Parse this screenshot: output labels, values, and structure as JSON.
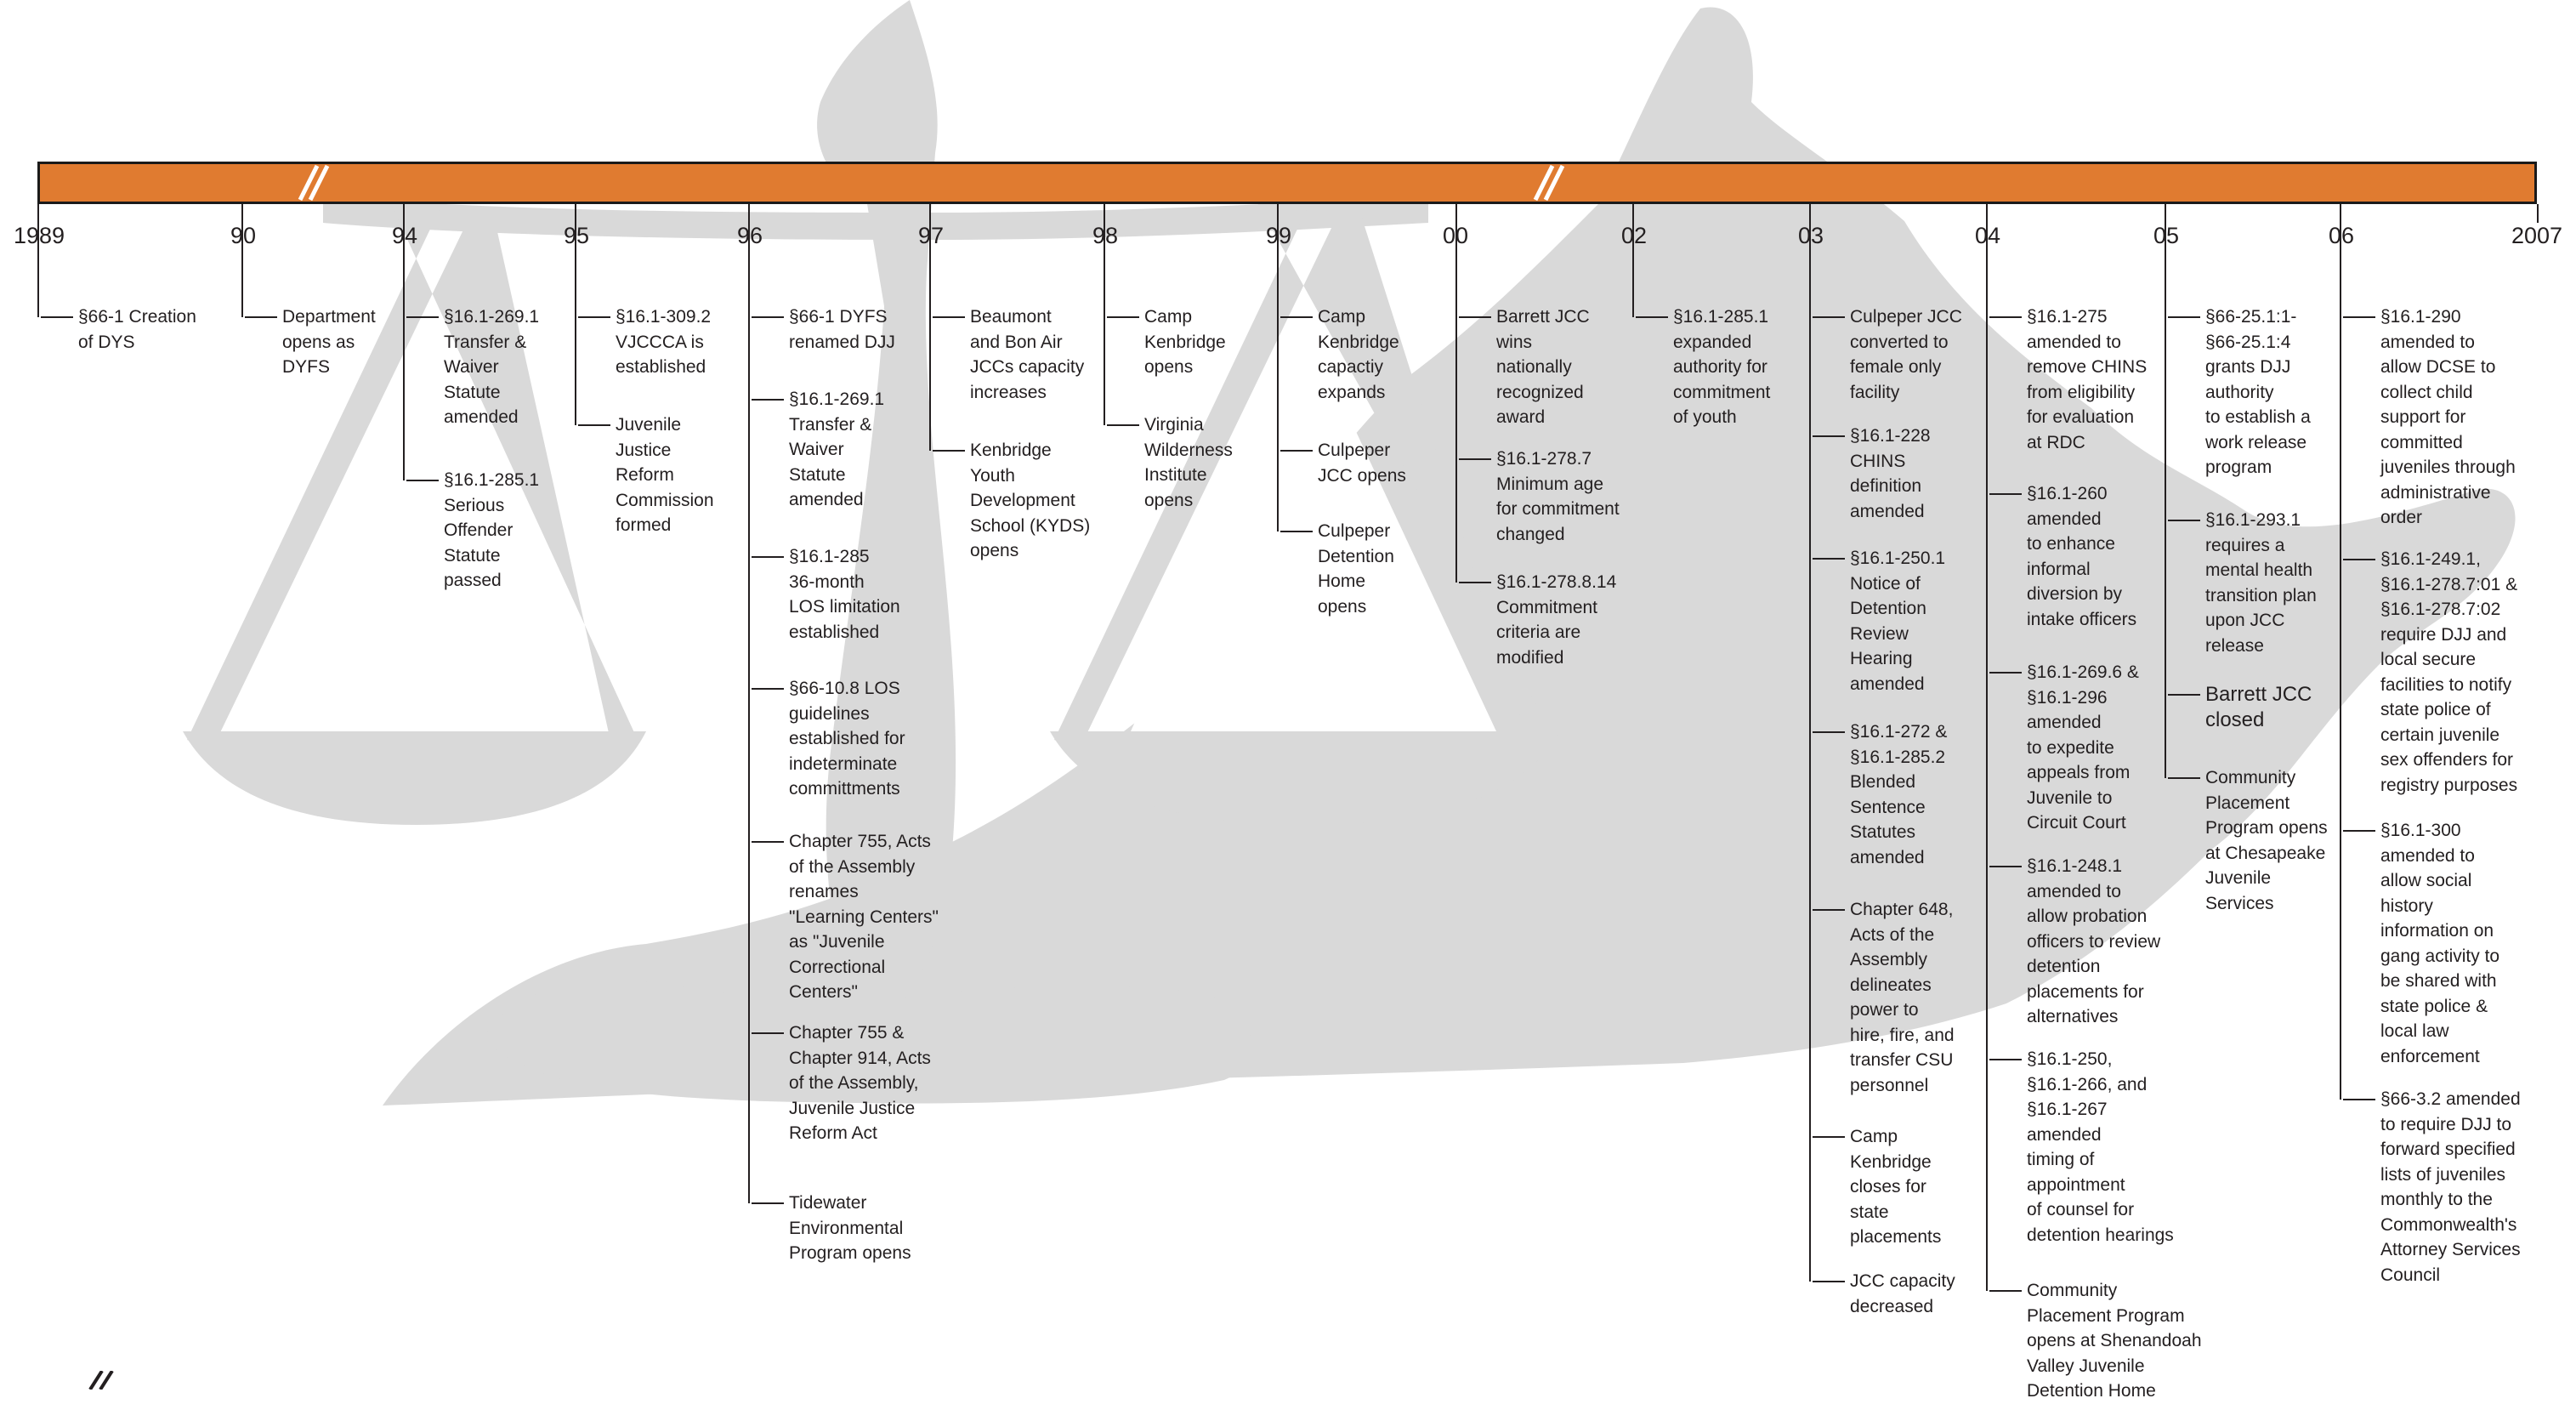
{
  "bar_color": "#e07b30",
  "background_color": "#ffffff",
  "silhouette_color": "#d9d9d9",
  "break_icon": "axis-break-icon",
  "ticks": [
    {
      "label": "1989"
    },
    {
      "label": "90"
    },
    {
      "label": "94"
    },
    {
      "label": "95"
    },
    {
      "label": "96"
    },
    {
      "label": "97"
    },
    {
      "label": "98"
    },
    {
      "label": "99"
    },
    {
      "label": "00"
    },
    {
      "label": "02"
    },
    {
      "label": "03"
    },
    {
      "label": "04"
    },
    {
      "label": "05"
    },
    {
      "label": "06"
    },
    {
      "label": "2007"
    }
  ],
  "columns": [
    {
      "events": [
        {
          "lines": [
            "§66-1 Creation",
            "of DYS"
          ]
        }
      ]
    },
    {
      "events": [
        {
          "lines": [
            "Department",
            "opens as",
            "DYFS"
          ]
        }
      ]
    },
    {
      "events": [
        {
          "lines": [
            "§16.1-269.1",
            "Transfer &",
            "Waiver",
            "Statute",
            "amended"
          ]
        },
        {
          "lines": [
            "§16.1-285.1",
            "Serious",
            "Offender",
            "Statute",
            "passed"
          ]
        }
      ]
    },
    {
      "events": [
        {
          "lines": [
            "§16.1-309.2",
            "VJCCCA is",
            "established"
          ]
        },
        {
          "lines": [
            "Juvenile",
            "Justice",
            "Reform",
            "Commission",
            "formed"
          ]
        }
      ]
    },
    {
      "events": [
        {
          "lines": [
            "§66-1 DYFS",
            "renamed DJJ"
          ]
        },
        {
          "lines": [
            "§16.1-269.1",
            "Transfer &",
            "Waiver",
            "Statute",
            "amended"
          ]
        },
        {
          "lines": [
            "§16.1-285",
            "36-month",
            "LOS limitation",
            "established"
          ]
        },
        {
          "lines": [
            "§66-10.8 LOS",
            "guidelines",
            "established for",
            "indeterminate",
            "committments"
          ]
        },
        {
          "lines": [
            "Chapter 755, Acts",
            "of the Assembly",
            "renames",
            "\"Learning Centers\"",
            "as \"Juvenile",
            "Correctional",
            "Centers\""
          ]
        },
        {
          "lines": [
            "Chapter 755 &",
            "Chapter 914, Acts",
            "of the Assembly,",
            "Juvenile Justice",
            "Reform Act"
          ]
        },
        {
          "lines": [
            "Tidewater",
            "Environmental",
            "Program opens"
          ]
        }
      ]
    },
    {
      "events": [
        {
          "lines": [
            "Beaumont",
            "and Bon Air",
            "JCCs capacity",
            "increases"
          ]
        },
        {
          "lines": [
            "Kenbridge",
            "Youth",
            "Development",
            "School (KYDS)",
            "opens"
          ]
        }
      ]
    },
    {
      "events": [
        {
          "lines": [
            "Camp",
            "Kenbridge",
            "opens"
          ]
        },
        {
          "lines": [
            "Virginia",
            "Wilderness",
            "Institute",
            "opens"
          ]
        }
      ]
    },
    {
      "events": [
        {
          "lines": [
            "Camp",
            "Kenbridge",
            "capactiy",
            "expands"
          ]
        },
        {
          "lines": [
            "Culpeper",
            "JCC opens"
          ]
        },
        {
          "lines": [
            "Culpeper",
            "Detention",
            "Home",
            "opens"
          ]
        }
      ]
    },
    {
      "events": [
        {
          "lines": [
            "Barrett JCC",
            "wins",
            "nationally",
            "recognized",
            "award"
          ]
        },
        {
          "lines": [
            "§16.1-278.7",
            "Minimum age",
            "for commitment",
            "changed"
          ]
        },
        {
          "lines": [
            "§16.1-278.8.14",
            "Commitment",
            "criteria are",
            "modified"
          ]
        }
      ]
    },
    {
      "events": [
        {
          "lines": [
            "§16.1-285.1",
            "expanded",
            "authority for",
            "commitment",
            "of youth"
          ]
        }
      ]
    },
    {
      "events": [
        {
          "lines": [
            "Culpeper JCC",
            "converted to",
            "female only",
            "facility"
          ]
        },
        {
          "lines": [
            "§16.1-228",
            "CHINS",
            "definition",
            "amended"
          ]
        },
        {
          "lines": [
            "§16.1-250.1",
            "Notice of",
            "Detention",
            "Review",
            "Hearing",
            "amended"
          ]
        },
        {
          "lines": [
            "§16.1-272 &",
            "§16.1-285.2",
            "Blended",
            "Sentence",
            "Statutes",
            "amended"
          ]
        },
        {
          "lines": [
            "Chapter 648,",
            "Acts of the",
            "Assembly",
            "delineates",
            "power to",
            "hire, fire, and",
            "transfer CSU",
            "personnel"
          ]
        },
        {
          "lines": [
            "Camp",
            "Kenbridge",
            "closes for",
            "state",
            "placements"
          ]
        },
        {
          "lines": [
            "JCC capacity",
            "decreased"
          ]
        }
      ]
    },
    {
      "events": [
        {
          "lines": [
            "§16.1-275",
            "amended to",
            "remove CHINS",
            "from eligibility",
            "for evaluation",
            "at RDC"
          ]
        },
        {
          "lines": [
            "§16.1-260",
            "amended",
            "to enhance",
            "informal",
            "diversion by",
            "intake officers"
          ]
        },
        {
          "lines": [
            "§16.1-269.6 &",
            "§16.1-296",
            "amended",
            "to expedite",
            "appeals from",
            "Juvenile to",
            "Circuit Court"
          ]
        },
        {
          "lines": [
            "§16.1-248.1",
            "amended to",
            "allow probation",
            "officers to review",
            "detention",
            "placements for",
            "alternatives"
          ]
        },
        {
          "lines": [
            "§16.1-250,",
            "§16.1-266, and",
            "§16.1-267",
            "amended",
            "timing of",
            "appointment",
            "of counsel for",
            "detention hearings"
          ]
        },
        {
          "lines": [
            "Community",
            "Placement Program",
            "opens at Shenandoah",
            "Valley Juvenile",
            "Detention Home"
          ]
        }
      ]
    },
    {
      "events": [
        {
          "lines": [
            "§66-25.1:1-",
            "§66-25.1:4",
            "grants DJJ",
            "authority",
            "to establish a",
            "work release",
            "program"
          ]
        },
        {
          "lines": [
            "§16.1-293.1",
            "requires a",
            "mental health",
            "transition plan",
            "upon JCC",
            "release"
          ]
        },
        {
          "lines": [
            "Barrett JCC",
            "closed"
          ]
        },
        {
          "lines": [
            "Community",
            "Placement",
            "Program opens",
            "at Chesapeake",
            "Juvenile",
            "Services"
          ]
        }
      ]
    },
    {
      "events": [
        {
          "lines": [
            "§16.1-290",
            "amended to",
            "allow DCSE to",
            "collect child",
            "support for",
            "committed",
            "juveniles through",
            "administrative",
            "order"
          ]
        },
        {
          "lines": [
            "§16.1-249.1,",
            "§16.1-278.7:01 &",
            "§16.1-278.7:02",
            "require DJJ and",
            "local secure",
            "facilities to notify",
            "state police of",
            "certain juvenile",
            "sex offenders for",
            "registry purposes"
          ]
        },
        {
          "lines": [
            "§16.1-300",
            "amended to",
            "allow social",
            "history",
            "information on",
            "gang activity to",
            "be shared with",
            "state police &",
            "local law",
            "enforcement"
          ]
        },
        {
          "lines": [
            "§66-3.2 amended",
            "to require DJJ to",
            "forward specified",
            "lists of juveniles",
            "monthly to the",
            "Commonwealth's",
            "Attorney Services",
            "Council"
          ]
        }
      ]
    }
  ]
}
